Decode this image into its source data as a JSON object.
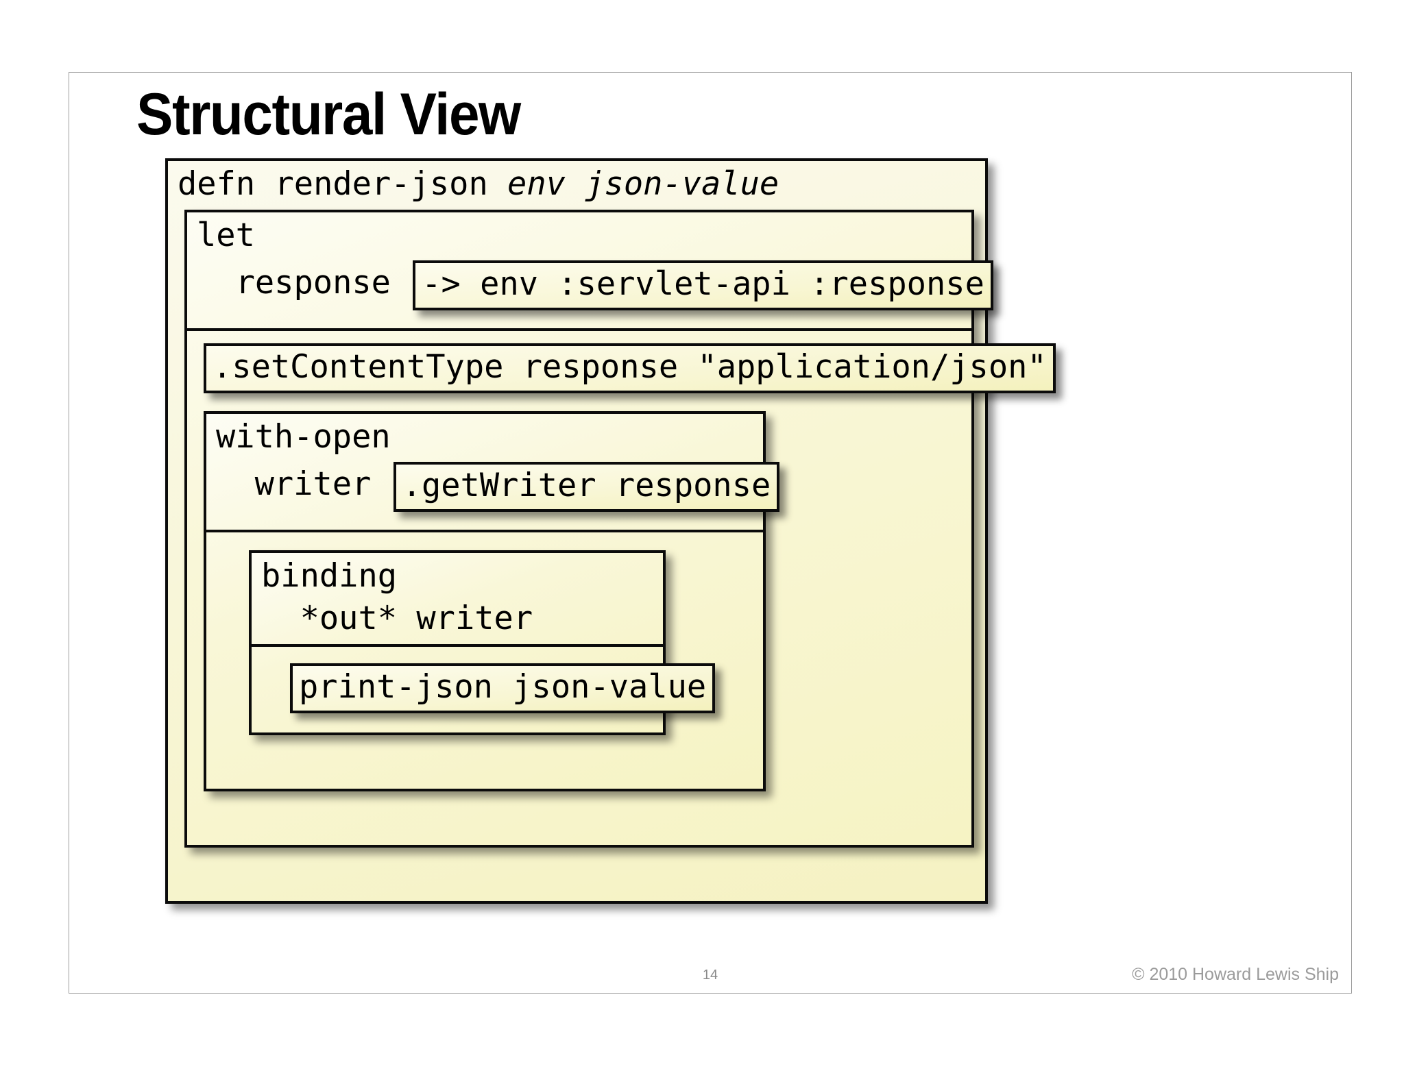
{
  "slide": {
    "title": "Structural View",
    "page_number": "14",
    "copyright": "© 2010 Howard Lewis Ship"
  },
  "colors": {
    "box_fill": "#f7f4cc",
    "box_border": "#0b0b0b",
    "slide_border": "#9a9a9a",
    "footer_text": "#9b9b9b",
    "background": "#ffffff"
  },
  "code": {
    "defn_keyword": "defn render-json ",
    "defn_args": "env json-value",
    "let_keyword": "let",
    "let_binding_name": "  response ",
    "let_binding_value": "-> env :servlet-api :response",
    "set_content_type": ".setContentType response \"application/json\"",
    "with_open_keyword": "with-open",
    "with_open_binding_name": "  writer ",
    "with_open_binding_value": ".getWriter response",
    "binding_keyword": "binding",
    "binding_pairs": "  *out* writer",
    "print_json": "print-json json-value"
  }
}
